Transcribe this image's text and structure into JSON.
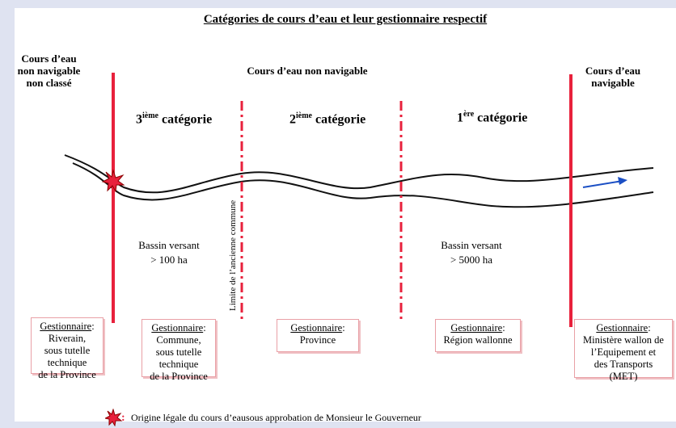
{
  "title": "Catégories de cours d’eau et leur gestionnaire respectif",
  "headers": {
    "left": [
      "Cours d’eau",
      "non navigable",
      "non classé"
    ],
    "middle": "Cours d’eau non navigable",
    "right": [
      "Cours d’eau",
      "navigable"
    ]
  },
  "categories": {
    "third": {
      "num": "3",
      "sup": "ième",
      "label": "catégorie"
    },
    "second": {
      "num": "2",
      "sup": "ième",
      "label": "catégorie"
    },
    "first": {
      "num": "1",
      "sup": "ère",
      "label": "catégorie"
    }
  },
  "basins": {
    "small": [
      "Bassin versant",
      "> 100 ha"
    ],
    "large": [
      "Bassin versant",
      "> 5000  ha"
    ]
  },
  "boundary_label": "Limite de l’ancienne commune",
  "managers": [
    {
      "title": "Gestionnaire",
      "lines": [
        "Riverain,",
        "sous tutelle",
        "technique",
        "de la Province"
      ]
    },
    {
      "title": "Gestionnaire",
      "lines": [
        "Commune,",
        "sous tutelle",
        "technique",
        "de la Province"
      ]
    },
    {
      "title": "Gestionnaire",
      "lines": [
        "Province"
      ]
    },
    {
      "title": "Gestionnaire",
      "lines": [
        "Région wallonne"
      ]
    },
    {
      "title": "Gestionnaire",
      "lines": [
        "Ministère wallon de",
        "l’Equipement et",
        "des Transports",
        "(MET)"
      ]
    }
  ],
  "legend": "Origine légale du cours d’eausous approbation de Monsieur le Gouverneur",
  "colors": {
    "red": "#e8213c",
    "arrow": "#1b4fc4"
  }
}
